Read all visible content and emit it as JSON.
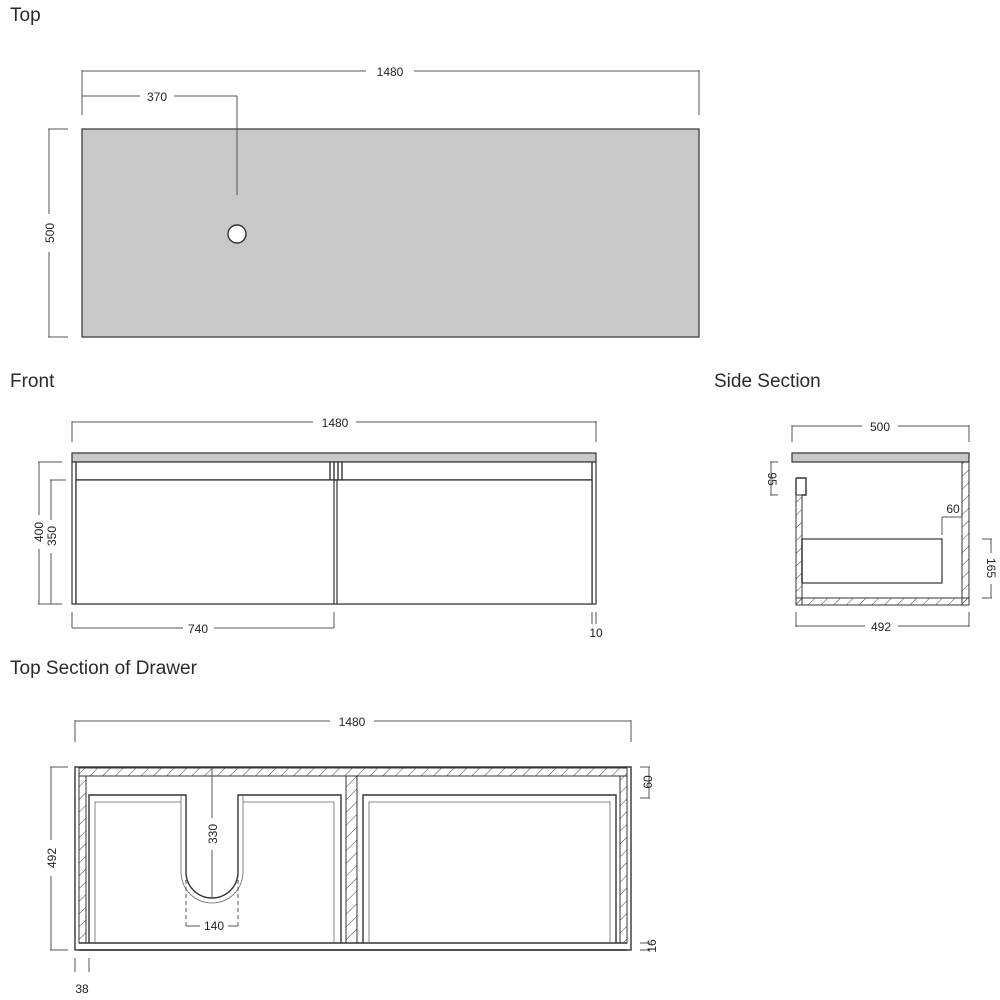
{
  "views": {
    "top": "Top",
    "front": "Front",
    "side": "Side Section",
    "drawer": "Top Section of Drawer"
  },
  "dims": {
    "top_width": "1480",
    "top_hole_offset": "370",
    "top_depth": "500",
    "front_width": "1480",
    "front_height": "400",
    "front_drawer_height": "350",
    "front_half_width": "740",
    "front_gap": "10",
    "side_depth": "500",
    "side_inner_depth": "492",
    "side_lip": "95",
    "side_drawer_back": "60",
    "side_drawer_height": "165",
    "drawer_width": "1480",
    "drawer_depth": "492",
    "drawer_cutout_depth": "330",
    "drawer_cutout_width": "140",
    "drawer_back_thickness": "60",
    "drawer_front_thickness": "16",
    "drawer_side_thickness": "38"
  }
}
